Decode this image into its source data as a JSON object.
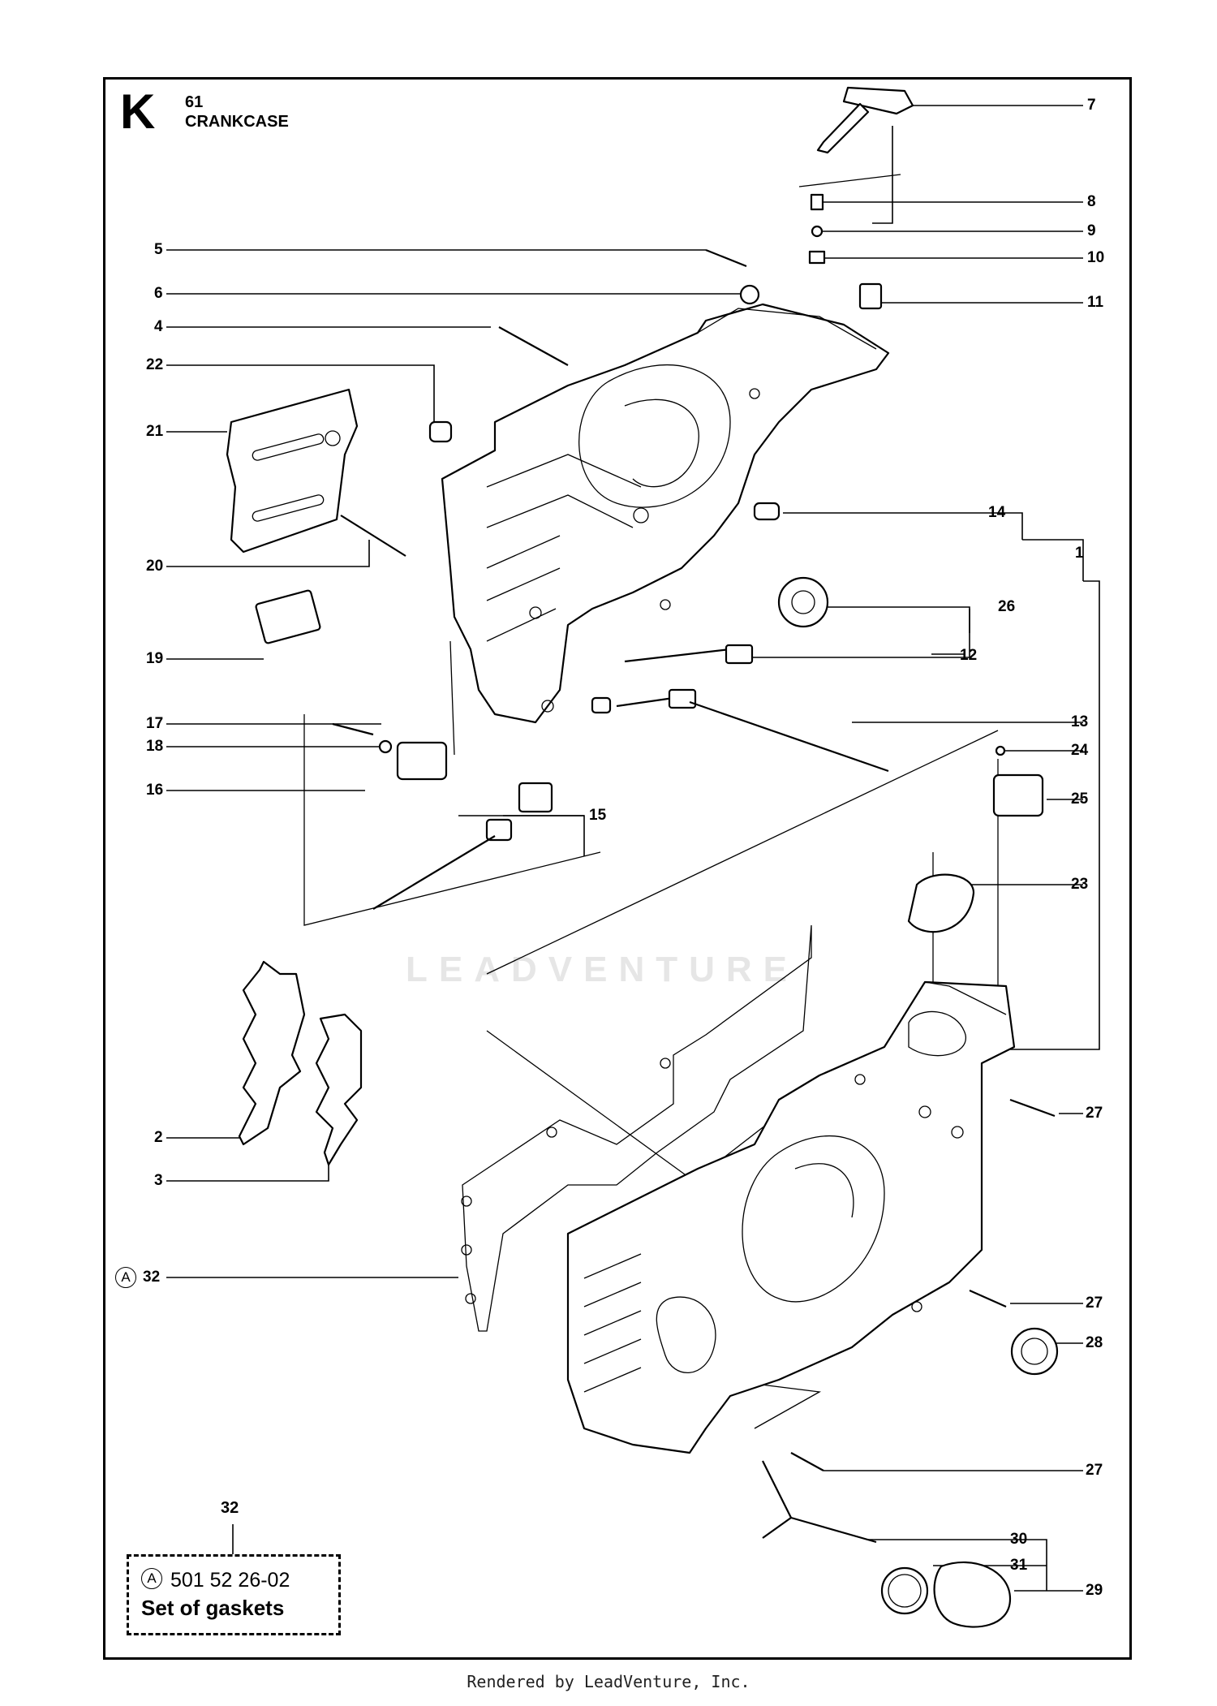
{
  "header": {
    "section_letter": "K",
    "section_number": "61",
    "section_title": "CRANKCASE"
  },
  "callouts": {
    "c1": "1",
    "c2": "2",
    "c3": "3",
    "c4": "4",
    "c5": "5",
    "c6": "6",
    "c7": "7",
    "c8": "8",
    "c9": "9",
    "c10": "10",
    "c11": "11",
    "c12": "12",
    "c13": "13",
    "c14": "14",
    "c15": "15",
    "c16": "16",
    "c17": "17",
    "c18": "18",
    "c19": "19",
    "c20": "20",
    "c21": "21",
    "c22": "22",
    "c23": "23",
    "c24": "24",
    "c25": "25",
    "c26": "26",
    "c27a": "27",
    "c27b": "27",
    "c27c": "27",
    "c28": "28",
    "c29": "29",
    "c30": "30",
    "c31": "31",
    "c32": "32"
  },
  "kit_marker": "A",
  "kit": {
    "callout": "32",
    "marker": "A",
    "part_number": "501 52 26-02",
    "description": "Set of gaskets"
  },
  "watermark": "LEADVENTURE",
  "footer": "Rendered by LeadVenture, Inc."
}
